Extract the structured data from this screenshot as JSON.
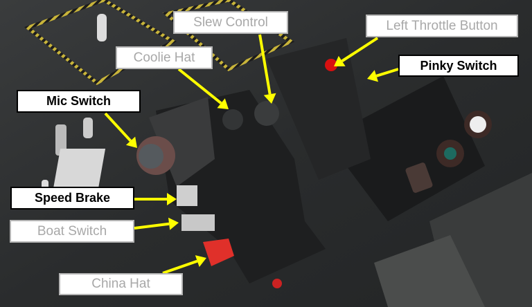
{
  "callouts": [
    {
      "id": "slew-control",
      "text": "Slew Control",
      "style": "secondary"
    },
    {
      "id": "left-throttle-button",
      "text": "Left Throttle Button",
      "style": "secondary"
    },
    {
      "id": "coolie-hat",
      "text": "Coolie Hat",
      "style": "secondary"
    },
    {
      "id": "pinky-switch",
      "text": "Pinky Switch",
      "style": "primary"
    },
    {
      "id": "mic-switch",
      "text": "Mic Switch",
      "style": "primary"
    },
    {
      "id": "speed-brake",
      "text": "Speed Brake",
      "style": "primary"
    },
    {
      "id": "boat-switch",
      "text": "Boat Switch",
      "style": "secondary"
    },
    {
      "id": "china-hat",
      "text": "China Hat",
      "style": "secondary"
    }
  ],
  "colors": {
    "arrow": "#ffff00",
    "throttle_body": "#1e1f20",
    "china_hat": "#e0302a",
    "button_red": "#d81010",
    "hazard_stripe": "#c8b43a"
  }
}
